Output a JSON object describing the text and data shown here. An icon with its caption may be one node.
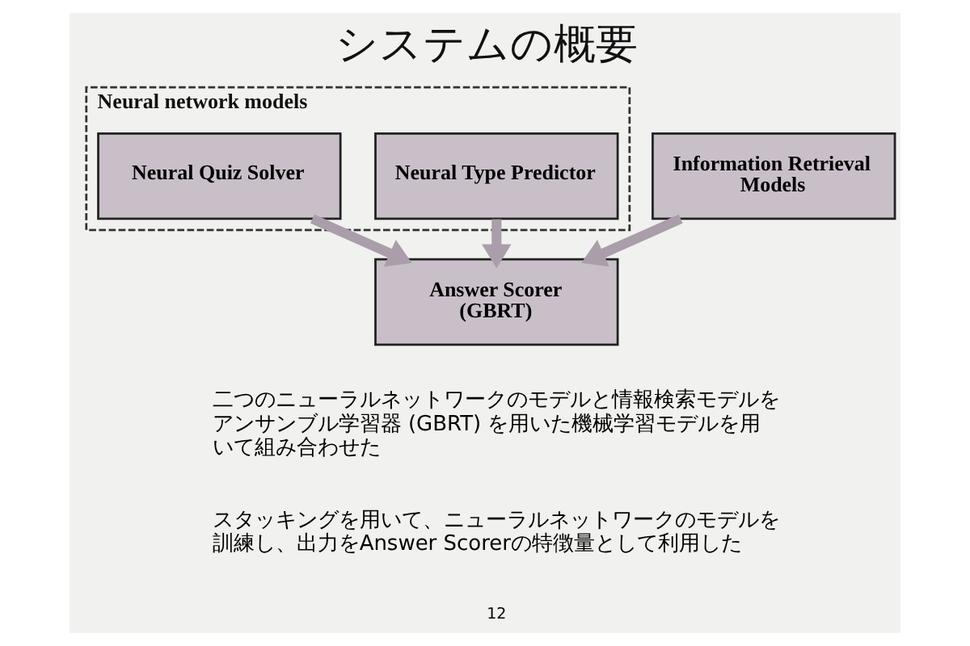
{
  "diagram": {
    "title": "システムの概要",
    "nodes": [
      {
        "text": [
          "Neural network models"
        ]
      },
      {
        "text": [
          "Neural Quiz Solver"
        ],
        "in": 0
      },
      {
        "text": [
          "Neural Type Predictor"
        ],
        "in": 0
      },
      {
        "text": [
          "Information Retrieval Models"
        ]
      },
      {
        "text": [
          "Answer Scorer (GBRT)"
        ]
      }
    ],
    "edges": [
      {
        "from": 1,
        "to": 4,
        "arrow": "to"
      },
      {
        "from": 2,
        "to": 4,
        "arrow": "to"
      },
      {
        "from": 3,
        "to": 4,
        "arrow": "to"
      }
    ],
    "labels": [
      "二つのニューラルネットワークのモデルと情報検索モデルをアンサンブル学習器 (GBRT) を用いた機械学習モデルを用いて組み合わせた",
      "スタッキングを用いて、ニューラルネットワークのモデルを訓練し、出力をAnswer Scorerの特徴量として利用した",
      "12"
    ]
  }
}
